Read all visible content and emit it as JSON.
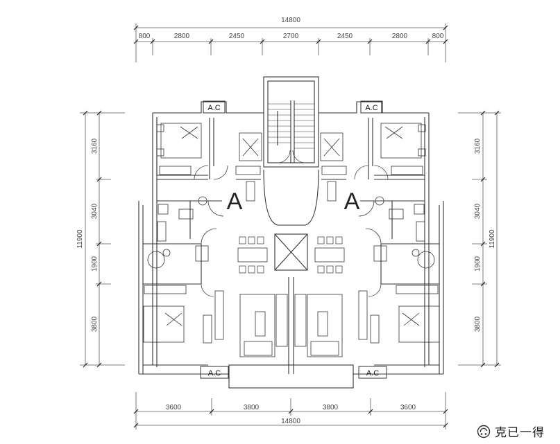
{
  "top_dims": {
    "total": "14800",
    "segments": [
      "800",
      "2800",
      "2450",
      "2700",
      "2450",
      "2800",
      "800"
    ]
  },
  "bottom_dims": {
    "total": "14800",
    "segments": [
      "3600",
      "3800",
      "3800",
      "3600"
    ]
  },
  "left_dims": {
    "total": "11900",
    "segments": [
      "3160",
      "3040",
      "1900",
      "3800"
    ]
  },
  "right_dims": {
    "total": "11900",
    "segments": [
      "3160",
      "3040",
      "1900",
      "3800"
    ]
  },
  "unit_labels": {
    "left": "A",
    "right": "A"
  },
  "ac_label": "A.C",
  "watermark": {
    "text": "克已一得",
    "icon": "wechat-official-account-icon"
  },
  "colors": {
    "line": "#333333",
    "dim": "#444444",
    "background": "#ffffff"
  }
}
